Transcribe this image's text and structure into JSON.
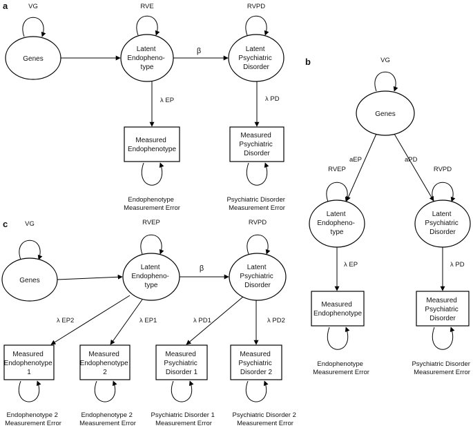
{
  "panels": {
    "a": "a",
    "b": "b",
    "c": "c"
  },
  "a": {
    "genes": "Genes",
    "latent_ep": [
      "Latent",
      "Endopheno-",
      "type"
    ],
    "latent_pd": [
      "Latent",
      "Psychiatric",
      "Disorder"
    ],
    "measured_ep": [
      "Measured",
      "Endophenotype"
    ],
    "measured_pd": [
      "Measured",
      "Psychiatric",
      "Disorder"
    ],
    "vg": "VG",
    "rve": "RVE",
    "rvpd": "RVPD",
    "beta": "β",
    "lambda_ep": "λ EP",
    "lambda_pd": "λ PD",
    "err_ep": [
      "Endophenotype",
      "Measurement Error"
    ],
    "err_pd": [
      "Psychiatric Disorder",
      "Measurement Error"
    ]
  },
  "b": {
    "genes": "Genes",
    "vg": "VG",
    "aep": "aEP",
    "apd": "aPD",
    "rvep": "RVEP",
    "rvpd": "RVPD",
    "latent_ep": [
      "Latent",
      "Endopheno-",
      "type"
    ],
    "latent_pd": [
      "Latent",
      "Psychiatric",
      "Disorder"
    ],
    "lambda_ep": "λ EP",
    "lambda_pd": "λ PD",
    "measured_ep": [
      "Measured",
      "Endophenotype"
    ],
    "measured_pd": [
      "Measured",
      "Psychiatric",
      "Disorder"
    ],
    "err_ep": [
      "Endophenotype",
      "Measurement Error"
    ],
    "err_pd": [
      "Psychiatric Disorder",
      "Measurement Error"
    ]
  },
  "c": {
    "genes": "Genes",
    "vg": "VG",
    "rvep": "RVEP",
    "rvpd": "RVPD",
    "beta": "β",
    "latent_ep": [
      "Latent",
      "Endopheno-",
      "type"
    ],
    "latent_pd": [
      "Latent",
      "Psychiatric",
      "Disorder"
    ],
    "lambda_ep2": "λ EP2",
    "lambda_ep1": "λ EP1",
    "lambda_pd1": "λ PD1",
    "lambda_pd2": "λ PD2",
    "m_ep1": [
      "Measured",
      "Endophenotype",
      "1"
    ],
    "m_ep2": [
      "Measured",
      "Endophenotype",
      "2"
    ],
    "m_pd1": [
      "Measured",
      "Psychiatric",
      "Disorder 1"
    ],
    "m_pd2": [
      "Measured",
      "Psychiatric",
      "Disorder 2"
    ],
    "err_1": [
      "Endophenotype 2",
      "Measurement Error"
    ],
    "err_2": [
      "Endophenotype 2",
      "Measurement Error"
    ],
    "err_3": [
      "Psychiatric Disorder 1",
      "Measurement Error"
    ],
    "err_4": [
      "Psychiatric Disorder 2",
      "Measurement Error"
    ]
  }
}
